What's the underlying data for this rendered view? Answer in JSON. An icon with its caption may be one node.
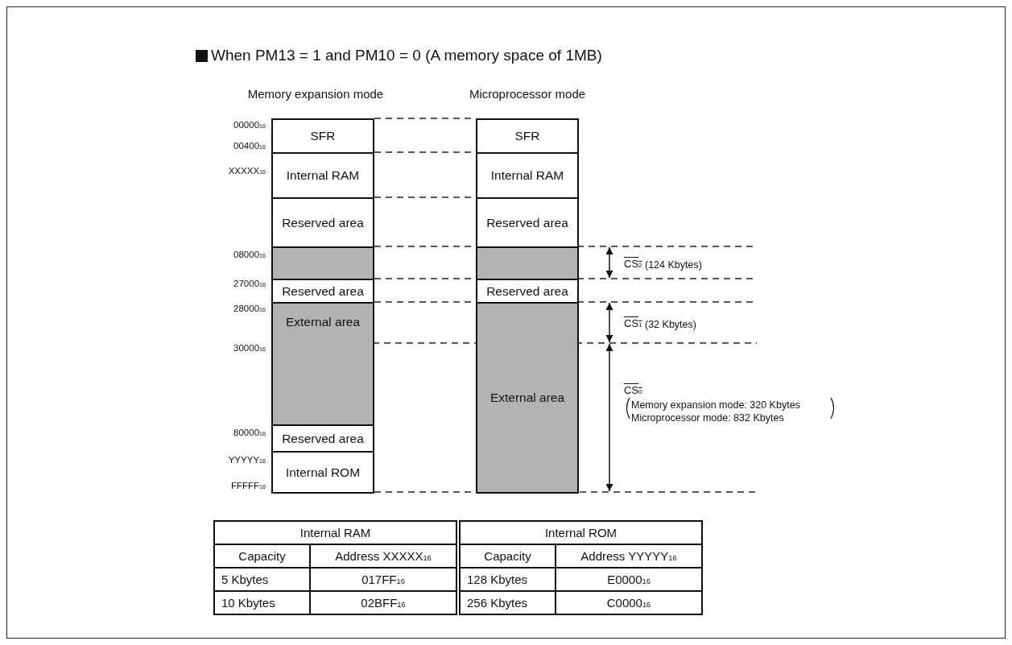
{
  "diagram": {
    "title": "When PM13 = 1 and PM10 = 0 (A memory space of 1MB)",
    "nodes": [
      {
        "text": [
          "SFR"
        ]
      },
      {
        "text": [
          "Internal RAM"
        ]
      },
      {
        "text": [
          "Reserved area"
        ]
      },
      {
        "text": [],
        "shape": "box"
      },
      {
        "text": [
          "Reserved area"
        ]
      },
      {
        "text": [
          "External area"
        ]
      },
      {
        "text": [
          "Reserved area"
        ]
      },
      {
        "text": [
          "Internal ROM"
        ]
      },
      {
        "text": [
          "SFR"
        ]
      },
      {
        "text": [
          "Internal RAM"
        ]
      },
      {
        "text": [
          "Reserved area"
        ]
      },
      {
        "text": [],
        "shape": "box"
      },
      {
        "text": [
          "Reserved area"
        ]
      },
      {
        "text": [
          "External area"
        ]
      }
    ],
    "labels": [
      "Memory expansion mode",
      "Microprocessor mode",
      "00000$_{16}$",
      "00400$_{16}$",
      "XXXXX$_{16}$",
      "08000$_{16}$",
      "27000$_{16}$",
      "28000$_{16}$",
      "30000$_{16}$",
      "80000$_{16}$",
      "YYYYY$_{16}$",
      "FFFFF$_{16}$",
      "CS$_{2}$",
      "(124 Kbytes)",
      "CS$_{1}$",
      "(32 Kbytes)",
      "CS$_{0}$",
      "Memory expansion mode: 320 Kbytes",
      "Microprocessor mode: 832 Kbytes",
      "Internal RAM",
      "Internal ROM",
      "Capacity",
      "Address XXXXX$_{16}$",
      "Capacity",
      "Address YYYYY$_{16}$",
      "5 Kbytes",
      "017FF$_{16}$",
      "128 Kbytes",
      "E0000$_{16}$",
      "10 Kbytes",
      "02BFF$_{16}$",
      "256 Kbytes",
      "C0000$_{16}$"
    ]
  }
}
